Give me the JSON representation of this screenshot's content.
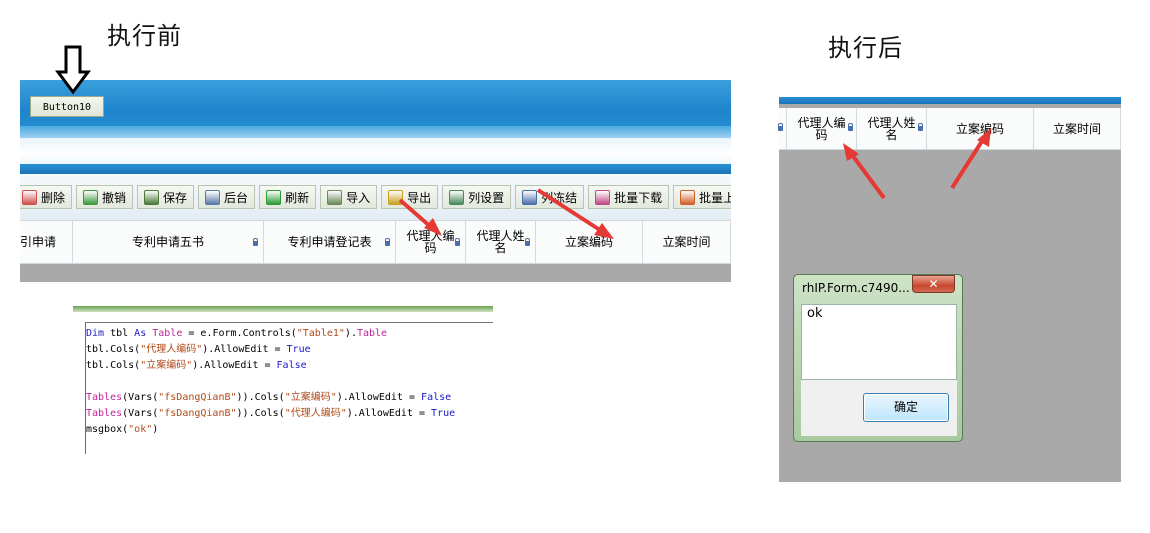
{
  "captions": {
    "before": "执行前",
    "after": "执行后"
  },
  "before": {
    "button10_label": "Button10",
    "toolbar": [
      {
        "label": "删除",
        "icon": "delete-icon",
        "color": "#d05050"
      },
      {
        "label": "撤销",
        "icon": "undo-icon",
        "color": "#3c9a3c"
      },
      {
        "label": "保存",
        "icon": "save-icon",
        "color": "#4a7a3a"
      },
      {
        "label": "后台",
        "icon": "search-icon",
        "color": "#5a7aa8"
      },
      {
        "label": "刷新",
        "icon": "refresh-icon",
        "color": "#2f9a38"
      },
      {
        "label": "导入",
        "icon": "import-icon",
        "color": "#6a8a5a"
      },
      {
        "label": "导出",
        "icon": "export-icon",
        "color": "#c8a020"
      },
      {
        "label": "列设置",
        "icon": "columns-icon",
        "color": "#4a8a5a"
      },
      {
        "label": "列冻结",
        "icon": "freeze-icon",
        "color": "#4a6fa8"
      },
      {
        "label": "批量下载",
        "icon": "download-icon",
        "color": "#c04a8a"
      },
      {
        "label": "批量上传",
        "icon": "upload-icon",
        "color": "#d0602a"
      }
    ],
    "columns": [
      {
        "label": "引申请",
        "lock": false
      },
      {
        "label": "专利申请五书",
        "lock": true
      },
      {
        "label": "专利申请登记表",
        "lock": true
      },
      {
        "label": "代理人编码",
        "lock": true
      },
      {
        "label": "代理人姓名",
        "lock": true
      },
      {
        "label": "立案编码",
        "lock": false
      },
      {
        "label": "立案时间",
        "lock": false
      }
    ]
  },
  "code": {
    "lines": [
      "Dim tbl As Table = e.Form.Controls(\"Table1\").Table",
      "tbl.Cols(\"代理人编码\").AllowEdit = True",
      "tbl.Cols(\"立案编码\").AllowEdit = False",
      "",
      "Tables(Vars(\"fsDangQianB\")).Cols(\"立案编码\").AllowEdit = False",
      "Tables(Vars(\"fsDangQianB\")).Cols(\"代理人编码\").AllowEdit = True",
      "msgbox(\"ok\")"
    ]
  },
  "after": {
    "columns": [
      {
        "label": "代理人编码",
        "lock": true
      },
      {
        "label": "代理人姓名",
        "lock": true
      },
      {
        "label": "立案编码",
        "lock": false
      },
      {
        "label": "立案时间",
        "lock": false
      }
    ],
    "dialog": {
      "title": "rhIP.Form.c7490...",
      "close": "✕",
      "message": "ok",
      "ok_label": "确定"
    }
  },
  "colors": {
    "arrow": "#e53935",
    "blue_bar": "#1e84cc",
    "grid_empty": "#a9a9a9"
  }
}
